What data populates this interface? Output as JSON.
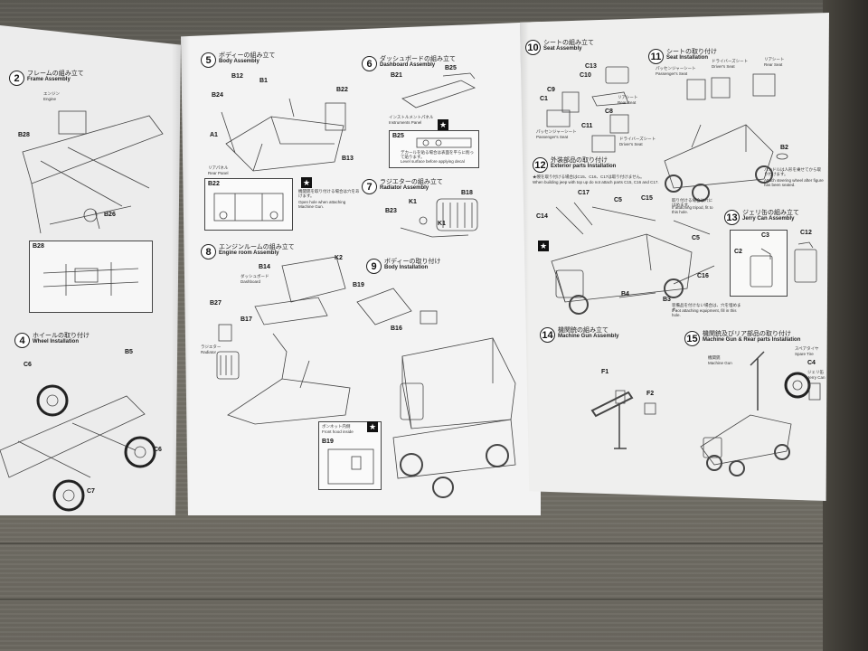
{
  "left": {
    "step2": {
      "num": "2",
      "jp": "フレームの組み立て",
      "en": "Frame Assembly"
    },
    "engine_jp": "エンジン",
    "engine_en": "Engine",
    "labels": [
      "B28",
      "B26",
      "B28"
    ],
    "step4": {
      "num": "4",
      "jp": "ホイールの取り付け",
      "en": "Wheel Installation"
    },
    "wheel_labels": [
      "C6",
      "B5",
      "C6",
      "C7"
    ]
  },
  "mid": {
    "step5": {
      "num": "5",
      "jp": "ボディーの組み立て",
      "en": "Body Assembly"
    },
    "step5_labels": [
      "B12",
      "B1",
      "B24",
      "B22",
      "A1",
      "B13"
    ],
    "rear_panel_jp": "リアパネル",
    "rear_panel_en": "Rear Panel",
    "b22": "B22",
    "note5": "機関銃を取り付ける場合は穴をあけます。",
    "note5_en": "Open hole when attaching Machine Gun.",
    "step6": {
      "num": "6",
      "jp": "ダッシュボードの組み立て",
      "en": "Dashboard Assembly"
    },
    "step6_labels": [
      "B21",
      "B25"
    ],
    "instrument_jp": "インストルメントパネル",
    "instrument_en": "Instruments Panel",
    "b25": "B25",
    "decal_note": "デカールを貼る場合は表面を平らに削って貼ります。",
    "decal_note_en": "Level surface before applying decal",
    "step7": {
      "num": "7",
      "jp": "ラジエターの組み立て",
      "en": "Radiator Assembly"
    },
    "step7_labels": [
      "K1",
      "B18",
      "B23",
      "K1"
    ],
    "step8": {
      "num": "8",
      "jp": "エンジンルームの組み立て",
      "en": "Engine room Assembly"
    },
    "step8_labels": [
      "K2",
      "B14",
      "B27",
      "B17"
    ],
    "dashboard_jp": "ダッシュボード",
    "dashboard_en": "Dashboard",
    "radiator_jp": "ラジエター",
    "radiator_en": "Radiator",
    "step9": {
      "num": "9",
      "jp": "ボディーの取り付け",
      "en": "Body Installation"
    },
    "step9_labels": [
      "B19",
      "B16"
    ],
    "hood_jp": "ボンネット内側",
    "hood_en": "Front hood inside",
    "b19": "B19"
  },
  "right": {
    "step10": {
      "num": "10",
      "jp": "シートの組み立て",
      "en": "Seat Assembly"
    },
    "step10_labels": [
      "C13",
      "C10",
      "C9",
      "C1",
      "C8",
      "C11"
    ],
    "rear_seat_jp": "リアシート",
    "rear_seat_en": "Rear Seat",
    "pass_seat_jp": "パッセンジャーシート",
    "pass_seat_en": "Passenger's Seat",
    "drv_seat_jp": "ドライバーズシート",
    "drv_seat_en": "Driver's Seat",
    "step11": {
      "num": "11",
      "jp": "シートの取り付け",
      "en": "Seat Installation"
    },
    "seat_header": [
      "パッセンジャーシート",
      "ドライバーズシート",
      "リアシート"
    ],
    "seat_header_en": [
      "Passenger's Seat",
      "Driver's Seat",
      "Rear Seat"
    ],
    "b2": "B2",
    "wheel_note": "ハンドルは人形を乗せてから取り付けます。",
    "wheel_note_en": "Attach steering wheel after figure has been seated.",
    "step12": {
      "num": "12",
      "jp": "外装部品の取り付け",
      "en": "Exterior parts Installation"
    },
    "step12_note": "★幌を取り付ける場合はC15、C16、C17は取り付けません。",
    "step12_note_en": "When building jeep with top up do not attach parts C15, C16 and C17.",
    "step12_labels": [
      "C17",
      "C5",
      "C15",
      "C14",
      "C5",
      "C16",
      "B4",
      "B3"
    ],
    "attach_note": "取り付ける場合は穴にはめます。",
    "attach_note_en": "If attaching tripod, fit to this hole.",
    "step13": {
      "num": "13",
      "jp": "ジェリ缶の組み立て",
      "en": "Jerry Can Assembly"
    },
    "step13_labels": [
      "C3",
      "C12",
      "C2"
    ],
    "equip_note": "装備品を付けない場合は、穴を埋めます。",
    "equip_note_en": "If not attaching equipment, fill in this hole.",
    "step14": {
      "num": "14",
      "jp": "機関銃の組み立て",
      "en": "Machine Gun Assembly"
    },
    "step14_labels": [
      "F1",
      "F2"
    ],
    "step15": {
      "num": "15",
      "jp": "機関銃及びリア部品の取り付け",
      "en": "Machine Gun & Rear parts Installation"
    },
    "mg_jp": "機関銃",
    "mg_en": "Machine Gun",
    "spare_jp": "スペアタイヤ",
    "spare_en": "Spare Tire",
    "c4": "C4",
    "jerry_jp": "ジェリ缶",
    "jerry_en": "Jerry Can"
  }
}
